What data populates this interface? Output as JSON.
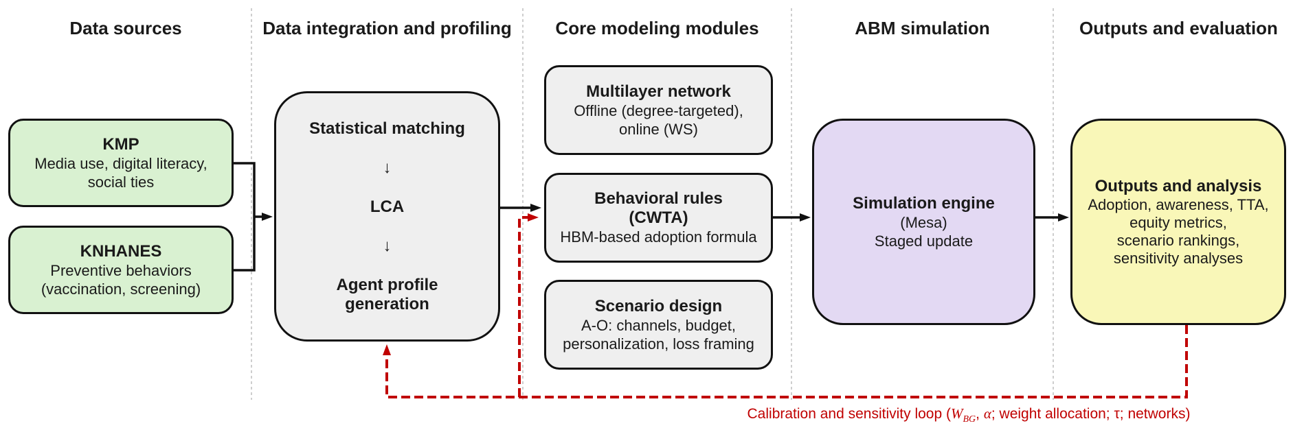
{
  "columns": [
    {
      "label": "Data sources"
    },
    {
      "label": "Data integration and profiling"
    },
    {
      "label": "Core modeling modules"
    },
    {
      "label": "ABM simulation"
    },
    {
      "label": "Outputs and evaluation"
    }
  ],
  "boxes": {
    "kmp": {
      "title": "KMP",
      "lines": [
        "Media use, digital literacy,",
        "social ties"
      ]
    },
    "knhanes": {
      "title": "KNHANES",
      "lines": [
        "Preventive behaviors",
        "(vaccination, screening)"
      ]
    },
    "integration": {
      "step1": "Statistical matching",
      "down_arrow": "↓",
      "step2": "LCA",
      "step3_line1": "Agent profile",
      "step3_line2": "generation"
    },
    "multilayer": {
      "title": "Multilayer network",
      "lines": [
        "Offline (degree-targeted),",
        "online (WS)"
      ]
    },
    "behavioral": {
      "title_line1": "Behavioral rules",
      "title_line2": "(CWTA)",
      "lines": [
        "HBM-based adoption formula"
      ]
    },
    "scenario": {
      "title": "Scenario design",
      "lines": [
        "A-O: channels, budget,",
        "personalization, loss framing"
      ]
    },
    "simulation": {
      "title": "Simulation engine",
      "lines": [
        "(Mesa)",
        "Staged update"
      ]
    },
    "outputs": {
      "title": "Outputs and analysis",
      "lines": [
        "Adoption, awareness, TTA,",
        "equity metrics,",
        "scenario rankings,",
        "sensitivity analyses"
      ]
    }
  },
  "caption": {
    "prefix": "Calibration and sensitivity loop (",
    "var_w": "W",
    "var_w_sub": "BG",
    "separator": ", ",
    "var_alpha": "α",
    "suffix": "; weight allocation; τ; networks)"
  },
  "colors": {
    "green": "#d9f1d1",
    "gray_box": "#efefef",
    "purple": "#e3d9f3",
    "yellow": "#f9f7b8",
    "loop_red": "#c00000",
    "line_black": "#111111",
    "separator_gray": "#bdbdbd"
  }
}
